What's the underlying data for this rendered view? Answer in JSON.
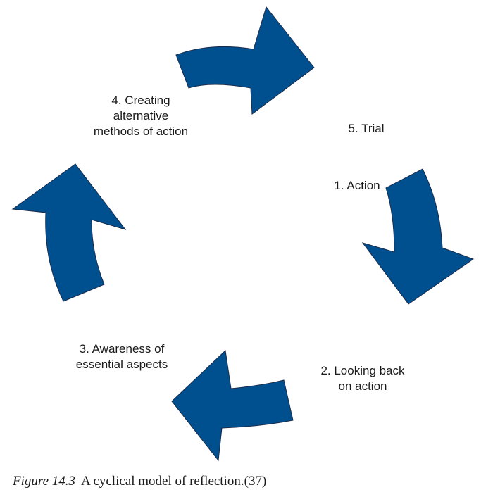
{
  "colors": {
    "arrow_fill": "#00508f",
    "arrow_stroke": "#1a2a4a",
    "text": "#1a1a1a",
    "background": "#ffffff"
  },
  "arrows": [
    {
      "name": "arrow-top-right",
      "icon": "curved-arrow-right-icon"
    },
    {
      "name": "arrow-right-down",
      "icon": "curved-arrow-down-icon"
    },
    {
      "name": "arrow-bottom-left",
      "icon": "curved-arrow-left-icon"
    },
    {
      "name": "arrow-left-up",
      "icon": "curved-arrow-up-icon"
    }
  ],
  "steps": {
    "creating": [
      "4. Creating",
      "alternative",
      "methods of action"
    ],
    "trial": "5. Trial",
    "action": "1. Action",
    "looking_back": [
      "2. Looking back",
      "on action"
    ],
    "awareness": [
      "3. Awareness of",
      "essential aspects"
    ]
  },
  "caption": {
    "figure_number": "Figure 14.3",
    "text": "A cyclical model of reflection.(37)"
  }
}
